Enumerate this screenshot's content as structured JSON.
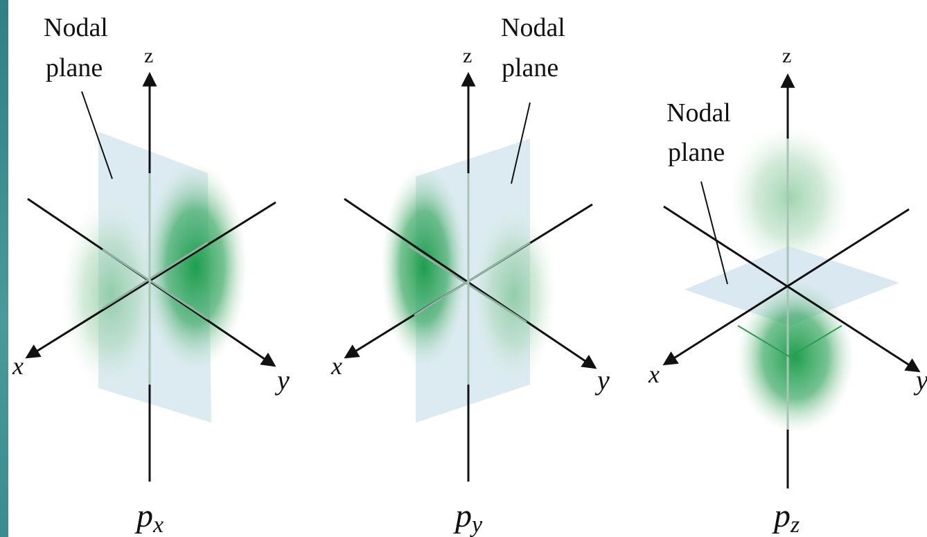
{
  "colors": {
    "lobe": "#1a9a4a",
    "plane": "#d6e7ef",
    "axis": "#111111",
    "edge_bar": "#3b8c8f"
  },
  "panels": [
    {
      "id": "px",
      "orbital": "p",
      "orbital_sub": "x",
      "plane_label_1": "Nodal",
      "plane_label_2": "plane",
      "axis_z": "z",
      "axis_x": "x",
      "axis_y": "y",
      "darker_lobe": "right"
    },
    {
      "id": "py",
      "orbital": "p",
      "orbital_sub": "y",
      "plane_label_1": "Nodal",
      "plane_label_2": "plane",
      "axis_z": "z",
      "axis_x": "x",
      "axis_y": "y",
      "darker_lobe": "left"
    },
    {
      "id": "pz",
      "orbital": "p",
      "orbital_sub": "z",
      "plane_label_1": "Nodal",
      "plane_label_2": "plane",
      "axis_z": "z",
      "axis_x": "x",
      "axis_y": "y",
      "darker_lobe": "bottom"
    }
  ]
}
